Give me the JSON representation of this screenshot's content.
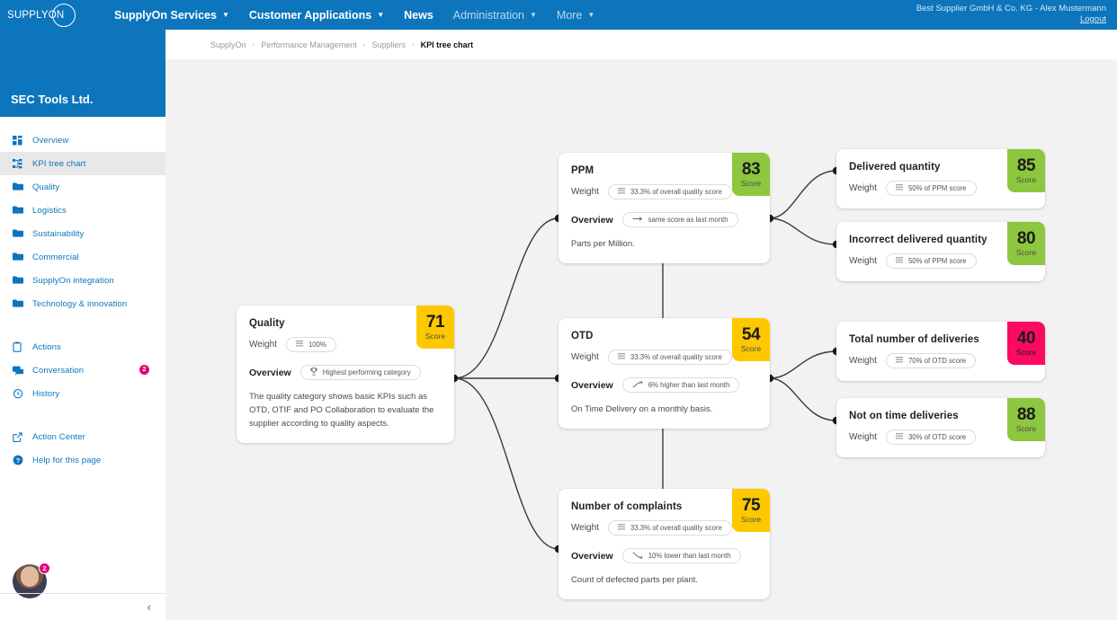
{
  "topbar": {
    "logo_text": "SUPPLYON",
    "nav": [
      {
        "label": "SupplyOn Services",
        "caret": true,
        "dim": false
      },
      {
        "label": "Customer Applications",
        "caret": true,
        "dim": false
      },
      {
        "label": "News",
        "caret": false,
        "dim": false
      },
      {
        "label": "Administration",
        "caret": true,
        "dim": true
      },
      {
        "label": "More",
        "caret": true,
        "dim": true
      }
    ],
    "user": "Best Supplier GmbH & Co. KG - Alex Mustermann",
    "logout": "Logout"
  },
  "sidebar": {
    "company": "SEC Tools Ltd.",
    "items": [
      {
        "label": "Overview",
        "icon": "grid-icon",
        "active": false
      },
      {
        "label": "KPI tree chart",
        "icon": "tree-icon",
        "active": true
      },
      {
        "label": "Quality",
        "icon": "folder-icon",
        "active": false
      },
      {
        "label": "Logistics",
        "icon": "folder-icon",
        "active": false
      },
      {
        "label": "Sustainability",
        "icon": "folder-icon",
        "active": false
      },
      {
        "label": "Commercial",
        "icon": "folder-icon",
        "active": false
      },
      {
        "label": "SupplyOn integration",
        "icon": "folder-icon",
        "active": false
      },
      {
        "label": "Technology & innovation",
        "icon": "folder-icon",
        "active": false
      }
    ],
    "items2": [
      {
        "label": "Actions",
        "icon": "clipboard-icon",
        "badge": ""
      },
      {
        "label": "Conversation",
        "icon": "chat-icon",
        "badge": "2"
      },
      {
        "label": "History",
        "icon": "history-icon",
        "badge": ""
      }
    ],
    "items3": [
      {
        "label": "Action Center",
        "icon": "external-link-icon"
      },
      {
        "label": "Help for this page",
        "icon": "help-icon"
      }
    ],
    "avatar_badge": "2",
    "collapse_glyph": "‹"
  },
  "breadcrumb": {
    "items": [
      "SupplyOn",
      "Performance Management",
      "Suppliers",
      "KPI tree chart"
    ],
    "separator": "›"
  },
  "labels": {
    "weight": "Weight",
    "overview": "Overview",
    "score_caption": "Score"
  },
  "chart_data": {
    "type": "tree",
    "nodes": [
      {
        "id": "quality",
        "title": "Quality",
        "score": "71",
        "score_color": "yellow",
        "weight": "100%",
        "weight_icon": "bars-icon",
        "trend": "Highest performing category",
        "trend_icon": "trophy-icon",
        "description": "The quality category shows basic KPIs such as OTD, OTIF and PO Collaboration to evaluate the supplier according to quality aspects."
      },
      {
        "id": "ppm",
        "title": "PPM",
        "score": "83",
        "score_color": "green",
        "weight": "33.3% of overall quality score",
        "weight_icon": "bars-icon",
        "trend": "same score as last month",
        "trend_icon": "arrow-right-icon",
        "description": "Parts per Million."
      },
      {
        "id": "otd",
        "title": "OTD",
        "score": "54",
        "score_color": "yellow",
        "weight": "33.3% of overall quality score",
        "weight_icon": "bars-icon",
        "trend": "6% higher than last month",
        "trend_icon": "trend-up-icon",
        "description": "On Time Delivery on a monthly basis."
      },
      {
        "id": "complaints",
        "title": "Number of complaints",
        "score": "75",
        "score_color": "yellow",
        "weight": "33.3% of overall quality score",
        "weight_icon": "bars-icon",
        "trend": "10% lower than last month",
        "trend_icon": "trend-down-icon",
        "description": "Count of defected parts per plant."
      },
      {
        "id": "delivered-quantity",
        "title": "Delivered quantity",
        "score": "85",
        "score_color": "green",
        "weight": "50% of PPM score",
        "weight_icon": "bars-icon"
      },
      {
        "id": "incorrect-delivered-quantity",
        "title": "Incorrect delivered quantity",
        "score": "80",
        "score_color": "green",
        "weight": "50% of PPM score",
        "weight_icon": "bars-icon"
      },
      {
        "id": "total-number-of-deliveries",
        "title": "Total number of deliveries",
        "score": "40",
        "score_color": "pink",
        "weight": "70% of OTD score",
        "weight_icon": "bars-icon"
      },
      {
        "id": "not-on-time-deliveries",
        "title": "Not on time deliveries",
        "score": "88",
        "score_color": "green",
        "weight": "30% of OTD score",
        "weight_icon": "bars-icon"
      }
    ],
    "edges": [
      {
        "from": "quality",
        "to": "ppm"
      },
      {
        "from": "quality",
        "to": "otd"
      },
      {
        "from": "quality",
        "to": "complaints"
      },
      {
        "from": "ppm",
        "to": "delivered-quantity"
      },
      {
        "from": "ppm",
        "to": "incorrect-delivered-quantity"
      },
      {
        "from": "otd",
        "to": "total-number-of-deliveries"
      },
      {
        "from": "otd",
        "to": "not-on-time-deliveries"
      }
    ],
    "score_colors": {
      "green": "#8dc63f",
      "yellow": "#fdc800",
      "pink": "#fb0a5f"
    }
  }
}
